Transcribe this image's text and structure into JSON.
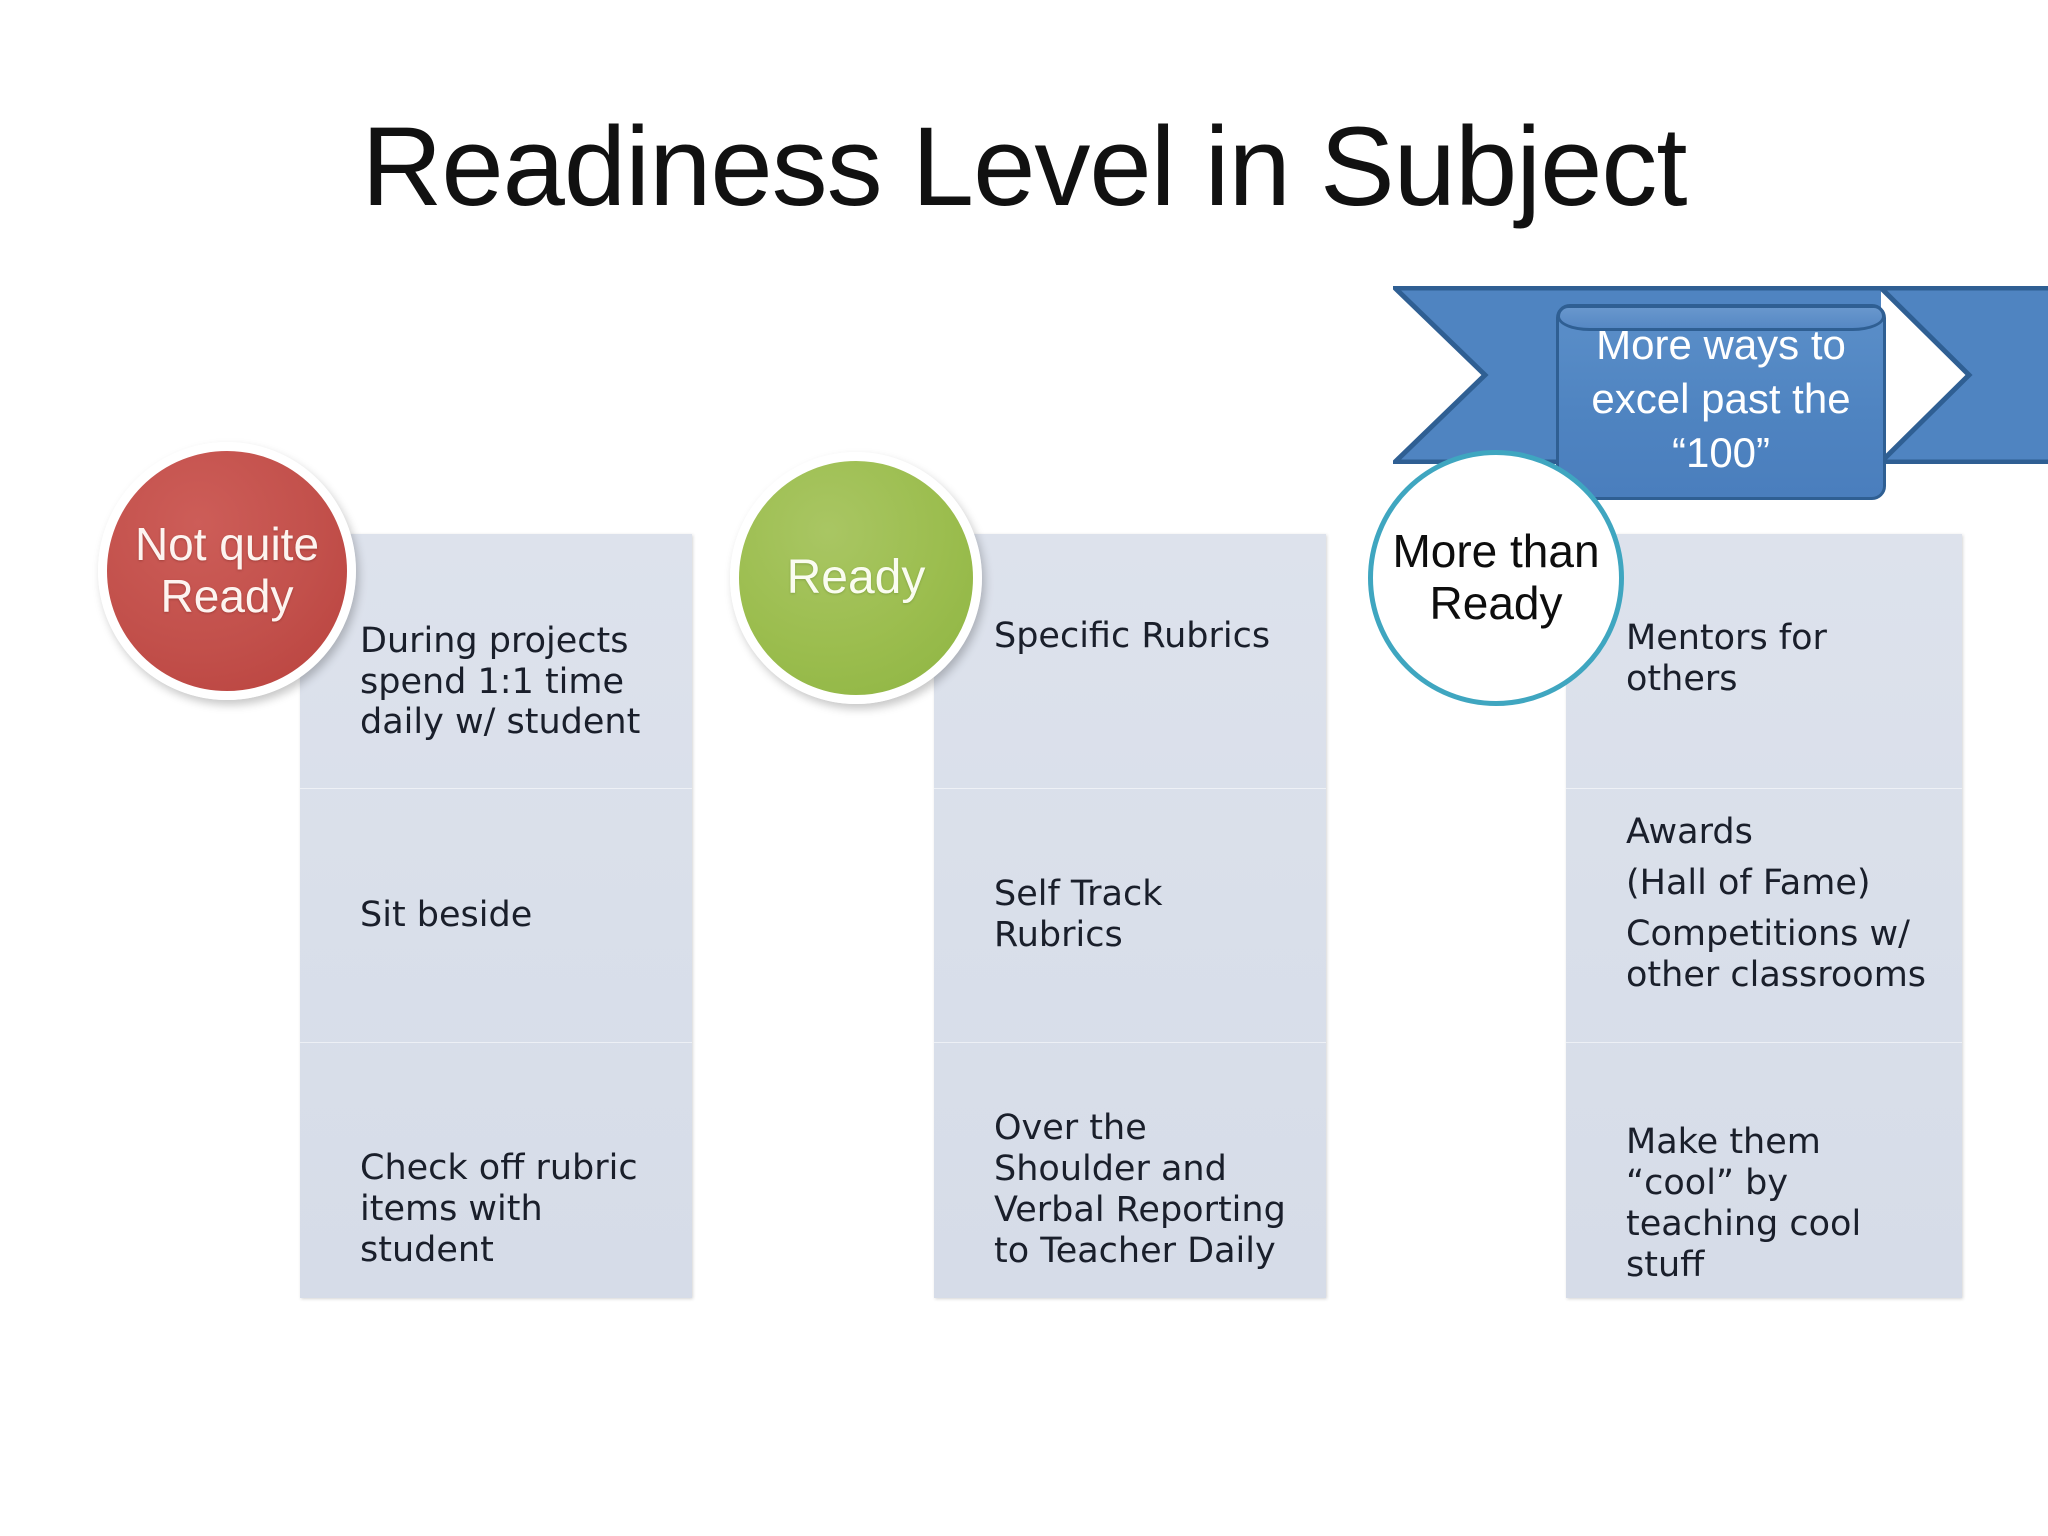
{
  "slide": {
    "title": "Readiness Level in Subject",
    "background_color": "#ffffff"
  },
  "colors": {
    "not_ready_circle": "#C2504B",
    "ready_circle": "#9BBD4E",
    "more_than_ready_circle_outline": "#3FA6C0",
    "panel_fill": "#D9DFEA",
    "ribbon_fill": "#4F84C1",
    "ribbon_border": "#2F5F93",
    "text_color": "#1A1F2B"
  },
  "columns": [
    {
      "id": "not-quite-ready",
      "circle_label": "Not quite Ready",
      "circle_style": "filled-red",
      "items": [
        "During projects spend 1:1 time daily w/ student",
        "Sit beside",
        "Check off rubric items with student"
      ]
    },
    {
      "id": "ready",
      "circle_label": "Ready",
      "circle_style": "filled-green",
      "items": [
        "Specific Rubrics",
        "Self Track Rubrics",
        "Over the Shoulder and Verbal Reporting to Teacher Daily"
      ]
    },
    {
      "id": "more-than-ready",
      "circle_label": "More than Ready",
      "circle_style": "outline-teal",
      "items": [
        "Mentors for others",
        [
          "Awards",
          "(Hall of Fame)",
          "Competitions w/ other classrooms"
        ],
        "Make them “cool” by teaching cool stuff"
      ]
    }
  ],
  "ribbon": {
    "text": "More ways to excel past the “100”"
  }
}
